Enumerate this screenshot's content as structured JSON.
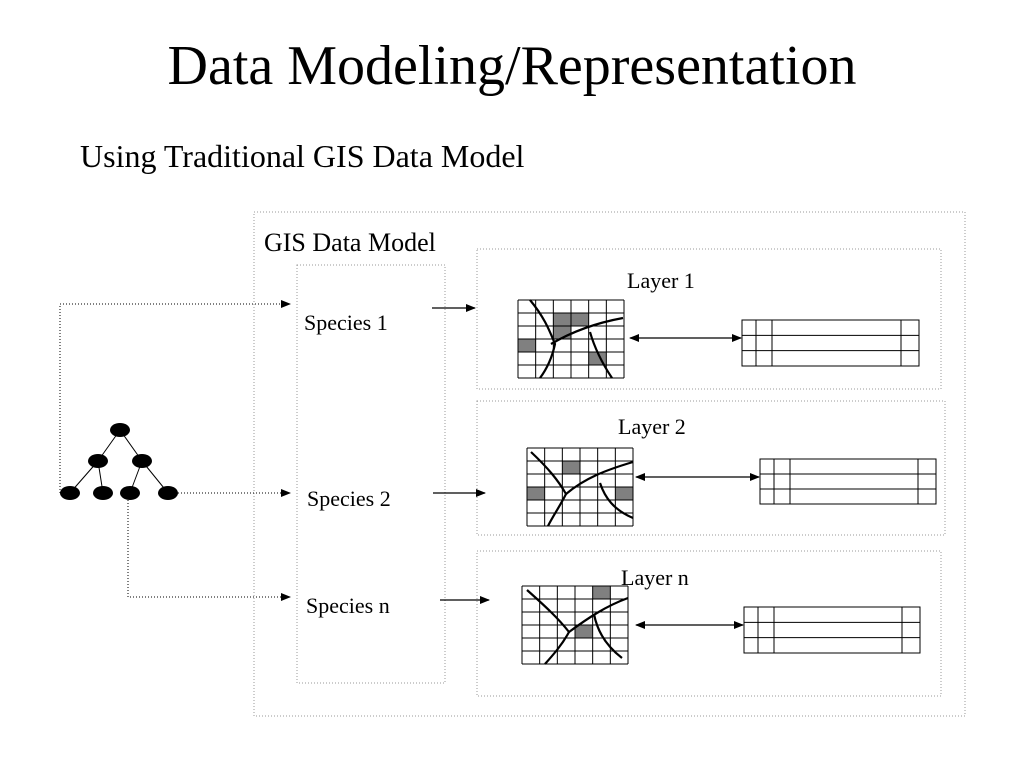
{
  "slide": {
    "title": "Data Modeling/Representation",
    "subtitle": "Using Traditional GIS Data Model"
  },
  "diagram": {
    "model_label": "GIS Data Model",
    "species": [
      "Species 1",
      "Species 2",
      "Species n"
    ],
    "layers": [
      "Layer 1",
      "Layer 2",
      "Layer n"
    ],
    "colors": {
      "line": "#000000",
      "frame": "#999999",
      "fill": "#808080"
    }
  }
}
